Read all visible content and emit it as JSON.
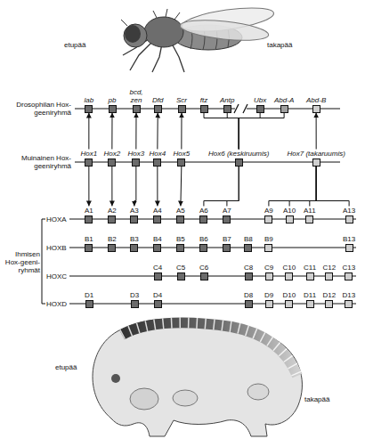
{
  "diagram": {
    "nodes": [
      {
        "text": [
          "lab"
        ]
      },
      {
        "text": [
          "pb"
        ]
      },
      {
        "text": [
          "bcd, zen"
        ]
      },
      {
        "text": [
          "Dfd"
        ]
      },
      {
        "text": [
          "Scr"
        ]
      },
      {
        "text": [
          "ftz"
        ]
      },
      {
        "text": [
          "Antp"
        ]
      },
      {
        "text": [
          "Ubx"
        ]
      },
      {
        "text": [
          "Abd-A"
        ]
      },
      {
        "text": [
          "Abd-B"
        ]
      },
      {
        "text": [
          "Hox1"
        ]
      },
      {
        "text": [
          "Hox2"
        ]
      },
      {
        "text": [
          "Hox3"
        ]
      },
      {
        "text": [
          "Hox4"
        ]
      },
      {
        "text": [
          "Hox5"
        ]
      },
      {
        "text": [
          "Hox6 (keskiruumis)"
        ]
      },
      {
        "text": [
          "Hox7 (takaruumis)"
        ]
      },
      {
        "text": [
          "A1"
        ]
      },
      {
        "text": [
          "A2"
        ]
      },
      {
        "text": [
          "A3"
        ]
      },
      {
        "text": [
          "A4"
        ]
      },
      {
        "text": [
          "A5"
        ]
      },
      {
        "text": [
          "A6"
        ]
      },
      {
        "text": [
          "A7"
        ]
      },
      {
        "text": [
          "A9"
        ]
      },
      {
        "text": [
          "A10"
        ]
      },
      {
        "text": [
          "A11"
        ]
      },
      {
        "text": [
          "A13"
        ]
      },
      {
        "text": [
          "B1"
        ]
      },
      {
        "text": [
          "B2"
        ]
      },
      {
        "text": [
          "B3"
        ]
      },
      {
        "text": [
          "B4"
        ]
      },
      {
        "text": [
          "B5"
        ]
      },
      {
        "text": [
          "B6"
        ]
      },
      {
        "text": [
          "B7"
        ]
      },
      {
        "text": [
          "B8"
        ]
      },
      {
        "text": [
          "B9"
        ]
      },
      {
        "text": [
          "B13"
        ]
      },
      {
        "text": [
          "C4"
        ]
      },
      {
        "text": [
          "C5"
        ]
      },
      {
        "text": [
          "C6"
        ]
      },
      {
        "text": [
          "C8"
        ]
      },
      {
        "text": [
          "C9"
        ]
      },
      {
        "text": [
          "C10"
        ]
      },
      {
        "text": [
          "C11"
        ]
      },
      {
        "text": [
          "C12"
        ]
      },
      {
        "text": [
          "C13"
        ]
      },
      {
        "text": [
          "D1"
        ]
      },
      {
        "text": [
          "D3"
        ]
      },
      {
        "text": [
          "D4"
        ]
      },
      {
        "text": [
          "D8"
        ]
      },
      {
        "text": [
          "D9"
        ]
      },
      {
        "text": [
          "D10"
        ]
      },
      {
        "text": [
          "D11"
        ]
      },
      {
        "text": [
          "D12"
        ]
      },
      {
        "text": [
          "D13"
        ]
      }
    ],
    "edges": [
      {
        "from": 10,
        "to": 0,
        "arrow": "to"
      },
      {
        "from": 11,
        "to": 1,
        "arrow": "to"
      },
      {
        "from": 12,
        "to": 2,
        "arrow": "to"
      },
      {
        "from": 13,
        "to": 3,
        "arrow": "to"
      },
      {
        "from": 14,
        "to": 4,
        "arrow": "to"
      },
      {
        "from": 15,
        "to": 5,
        "arrow": "none"
      },
      {
        "from": 15,
        "to": 6,
        "arrow": "none"
      },
      {
        "from": 15,
        "to": 7,
        "arrow": "none"
      },
      {
        "from": 15,
        "to": 8,
        "arrow": "none"
      },
      {
        "from": 16,
        "to": 9,
        "arrow": "to"
      },
      {
        "from": 10,
        "to": 17,
        "arrow": "to"
      },
      {
        "from": 11,
        "to": 18,
        "arrow": "to"
      },
      {
        "from": 12,
        "to": 19,
        "arrow": "to"
      },
      {
        "from": 13,
        "to": 20,
        "arrow": "to"
      },
      {
        "from": 14,
        "to": 21,
        "arrow": "to"
      },
      {
        "from": 15,
        "to": 22,
        "arrow": "none"
      },
      {
        "from": 15,
        "to": 23,
        "arrow": "none"
      },
      {
        "from": 16,
        "to": 24,
        "arrow": "none"
      },
      {
        "from": 16,
        "to": 25,
        "arrow": "none"
      },
      {
        "from": 16,
        "to": 26,
        "arrow": "none"
      },
      {
        "from": 16,
        "to": 27,
        "arrow": "none"
      }
    ],
    "labels": [
      "etupää",
      "takapää",
      "Drosophilan Hox-geeniryhmä",
      "Muinainen Hox-geeniryhmä",
      "Ihmisen Hox-geeni- ryhmät",
      "HOXA",
      "HOXB",
      "HOXC",
      "HOXD",
      "etupää",
      "takapää"
    ]
  }
}
